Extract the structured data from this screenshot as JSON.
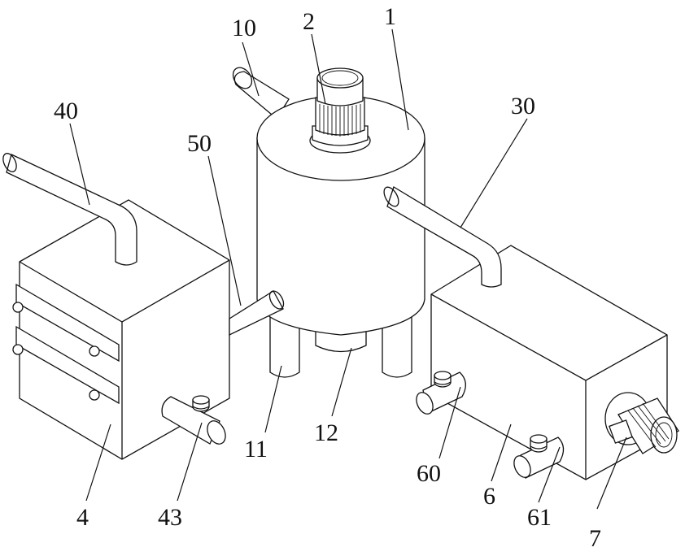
{
  "labels": {
    "tank": "1",
    "motor": "2",
    "tank_leg": "11",
    "tank_outlet": "12",
    "top_inlet_pipe": "10",
    "pipe_30": "30",
    "pipe_40": "40",
    "pipe_50": "50",
    "left_box": "4",
    "left_valve": "43",
    "right_box": "6",
    "right_valve_upper": "60",
    "right_valve_lower": "61",
    "right_motor": "7"
  }
}
